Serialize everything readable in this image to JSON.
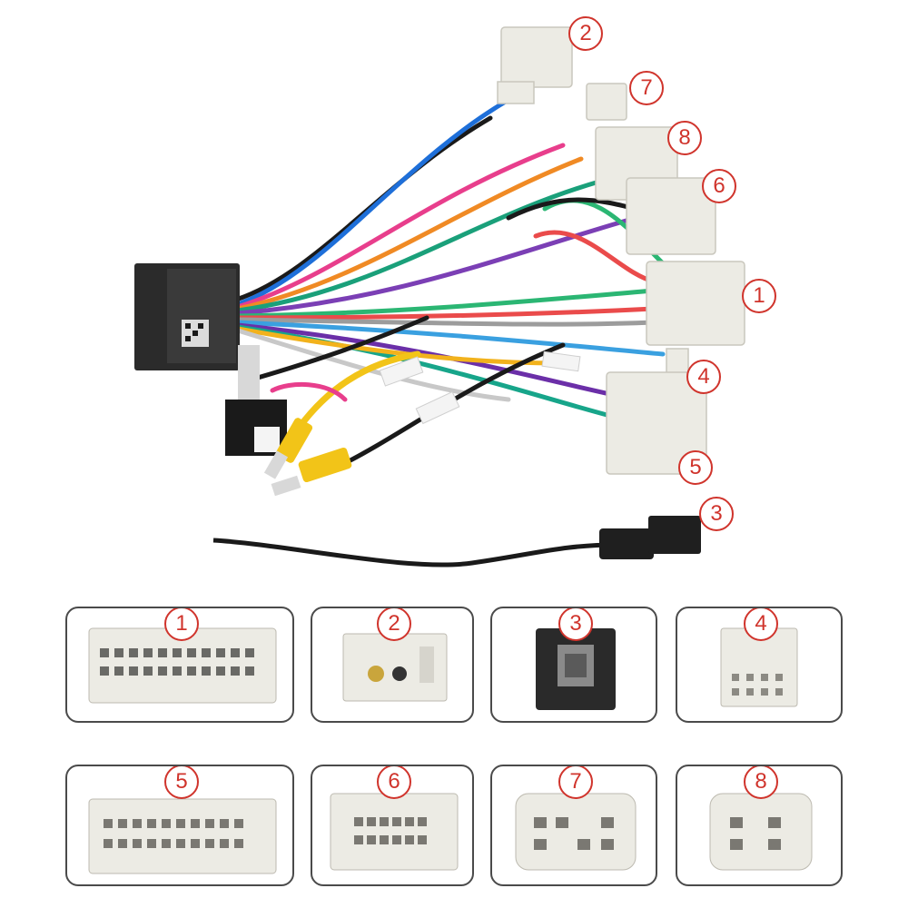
{
  "callouts": [
    "2",
    "7",
    "8",
    "6",
    "1",
    "4",
    "5",
    "3"
  ],
  "panels": [
    {
      "number": "1",
      "icon": "connector-24pin-icon"
    },
    {
      "number": "2",
      "icon": "connector-antenna-icon"
    },
    {
      "number": "3",
      "icon": "connector-usb-icon"
    },
    {
      "number": "4",
      "icon": "connector-8pin-icon"
    },
    {
      "number": "5",
      "icon": "connector-20pin-icon"
    },
    {
      "number": "6",
      "icon": "connector-16pin-icon"
    },
    {
      "number": "7",
      "icon": "connector-6pin-icon"
    },
    {
      "number": "8",
      "icon": "connector-4pin-icon"
    }
  ],
  "colors": {
    "callout": "#d0342c",
    "connector": "#ecebe4",
    "box": "#2b2b2b",
    "rca": "#f2c418"
  }
}
